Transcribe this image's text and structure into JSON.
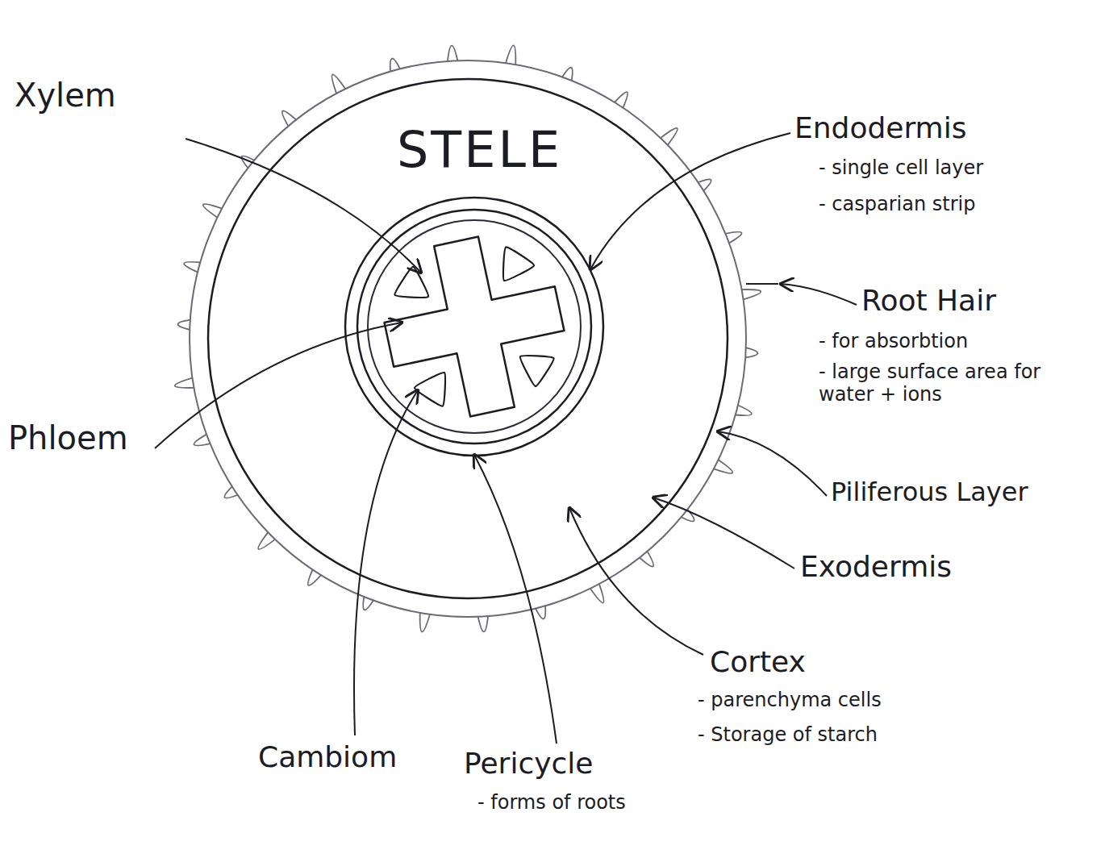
{
  "diagram": {
    "labels": [
      "Xylem",
      "STELE",
      "Endodermis",
      "- single cell layer",
      "- casparian strip",
      "Root Hair",
      "- for absorbtion",
      "- large surface area for water + ions",
      "Phloem",
      "Piliferous Layer",
      "Exodermis",
      "Cortex",
      "- parenchyma cells",
      "- Storage of starch",
      "Cambiom",
      "Pericycle",
      "- forms of roots"
    ]
  }
}
